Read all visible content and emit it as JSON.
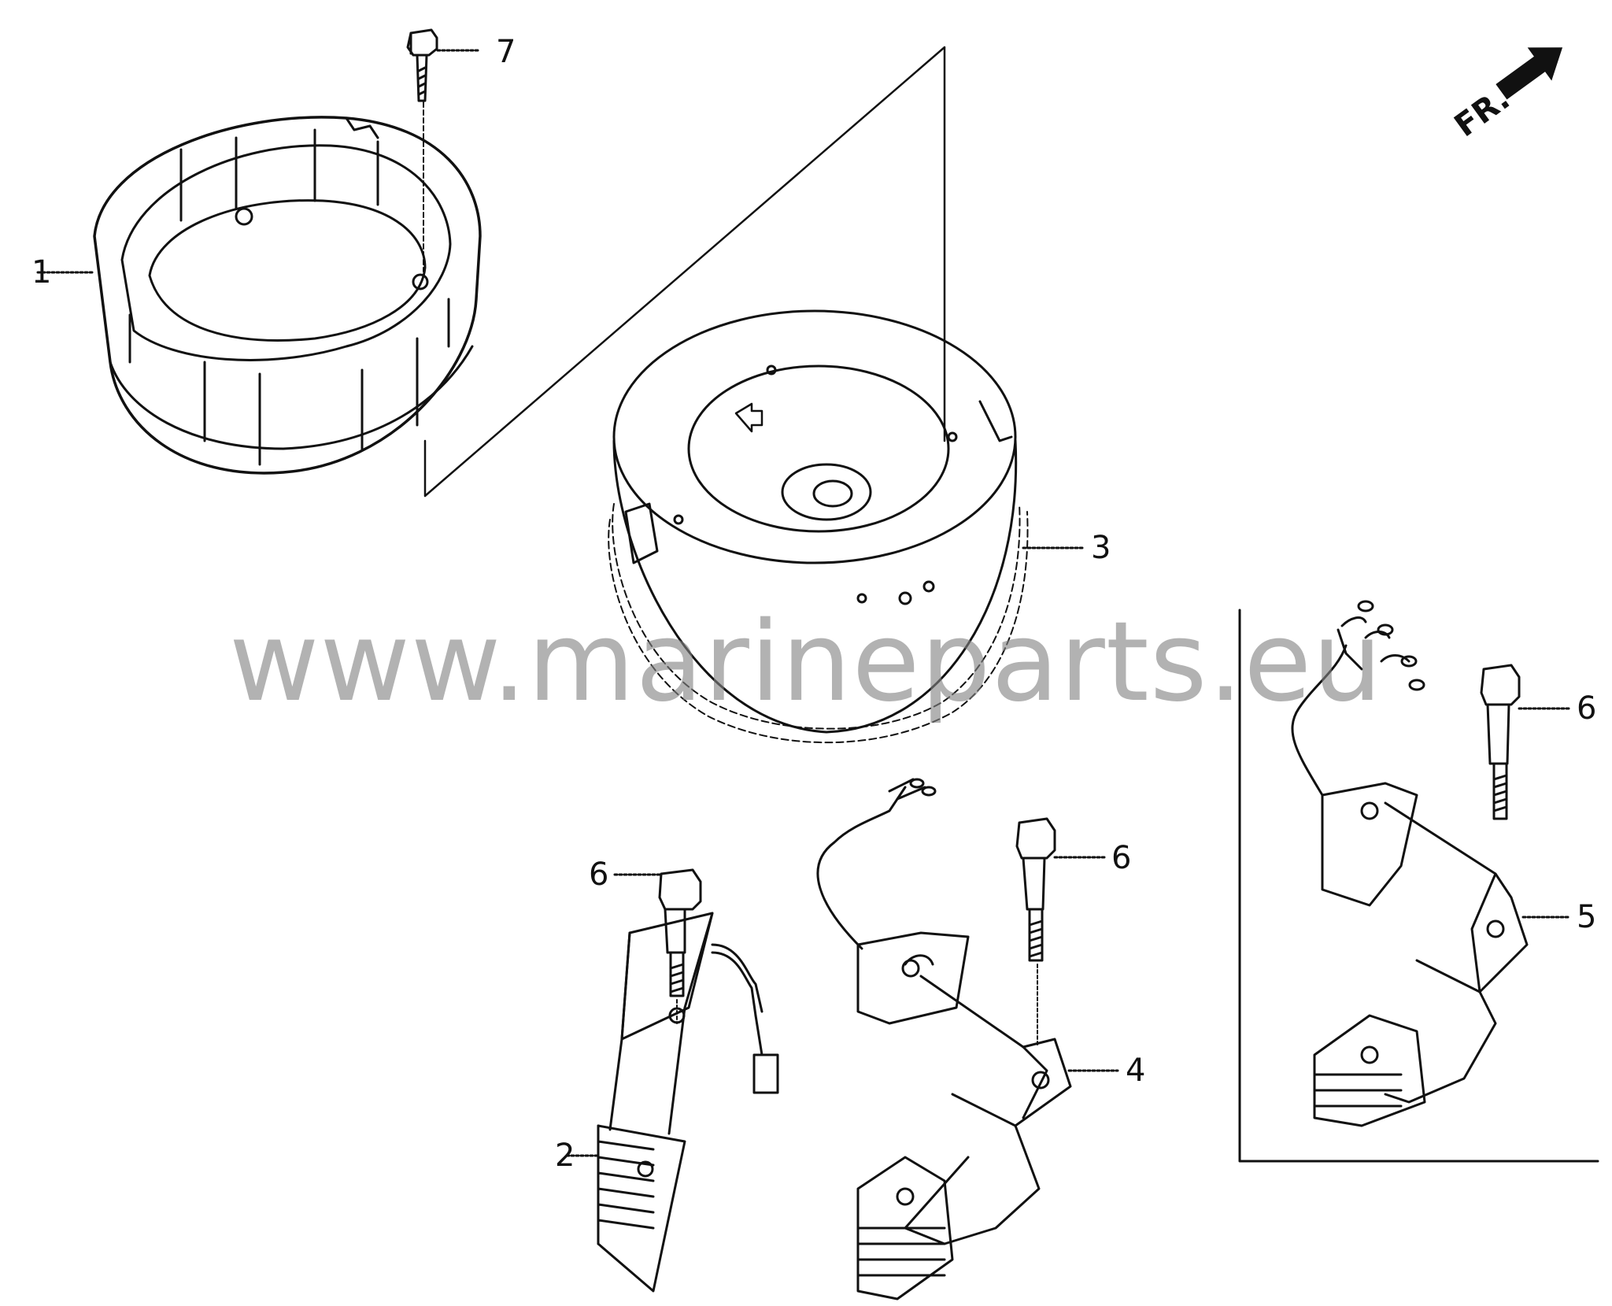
{
  "diagram": {
    "callouts": {
      "c1": "1",
      "c2": "2",
      "c3": "3",
      "c4": "4",
      "c5": "5",
      "c6a": "6",
      "c6b": "6",
      "c6c": "6",
      "c7": "7"
    },
    "direction_label": "FR.",
    "watermark": "www.marineparts.eu"
  },
  "colors": {
    "ink": "#111111",
    "watermark": "#8c8c8c",
    "background": "#ffffff"
  },
  "icons": [
    "front-direction-arrow-icon"
  ]
}
